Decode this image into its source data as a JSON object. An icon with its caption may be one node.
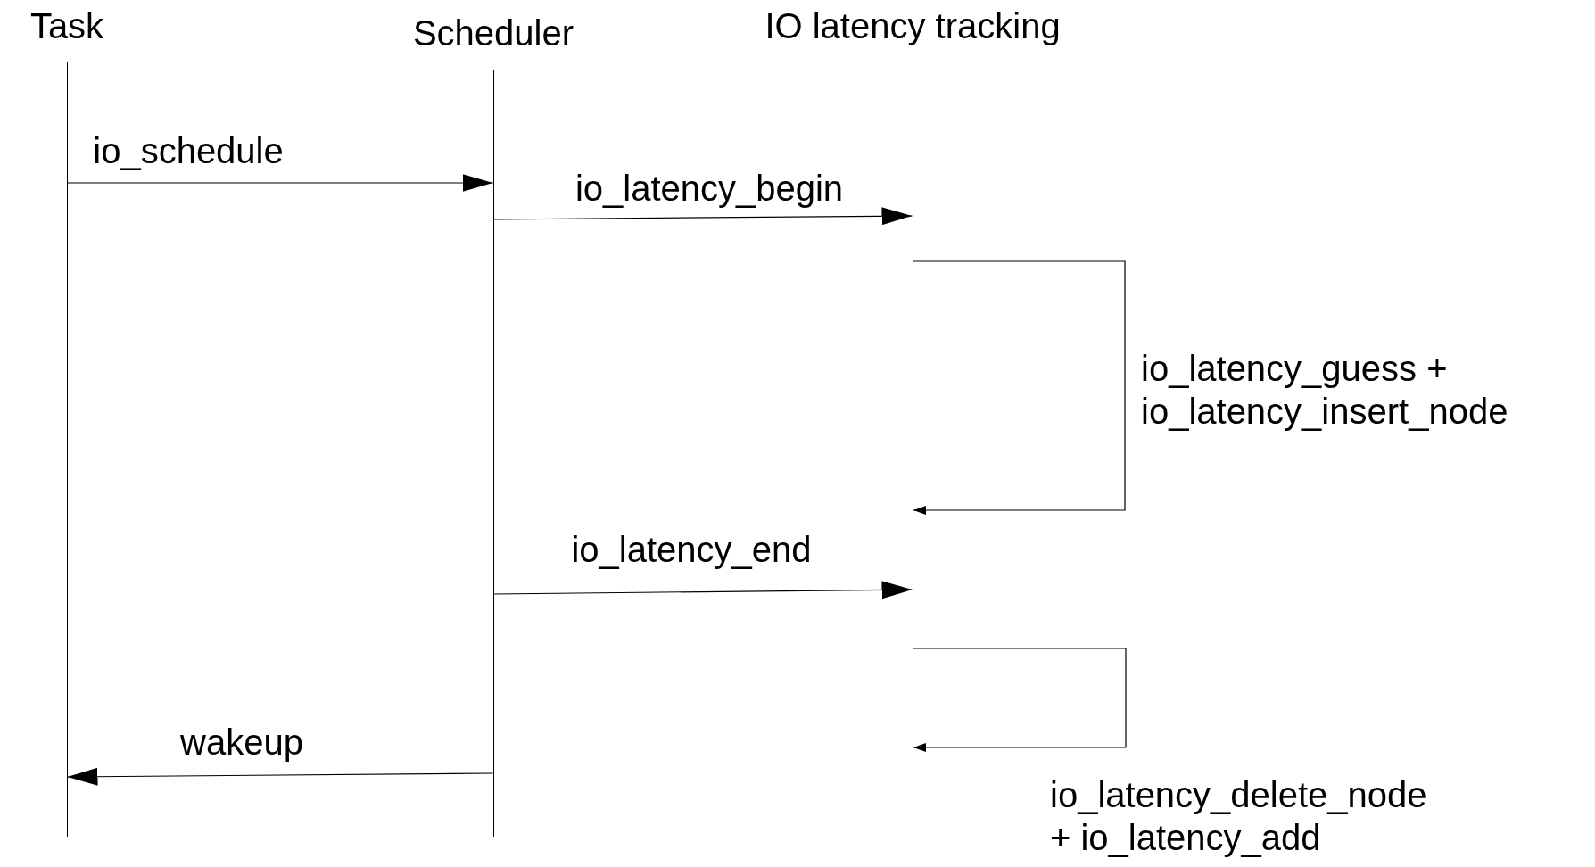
{
  "diagram": {
    "nodes": [
      {
        "text": [
          "Task"
        ]
      },
      {
        "text": [
          "Scheduler"
        ]
      },
      {
        "text": [
          "IO latency tracking"
        ]
      }
    ],
    "edges": [
      {
        "from": 0,
        "to": 1,
        "arrow": "to",
        "label": "io_schedule"
      },
      {
        "from": 1,
        "to": 2,
        "arrow": "to",
        "label": "io_latency_begin"
      },
      {
        "from": 2,
        "to": 2,
        "arrow": "to",
        "label": "io_latency_guess + io_latency_insert_node"
      },
      {
        "from": 1,
        "to": 2,
        "arrow": "to",
        "label": "io_latency_end"
      },
      {
        "from": 2,
        "to": 2,
        "arrow": "to",
        "label": "io_latency_delete_node + io_latency_add"
      },
      {
        "from": 1,
        "to": 0,
        "arrow": "to",
        "label": "wakeup"
      }
    ]
  }
}
